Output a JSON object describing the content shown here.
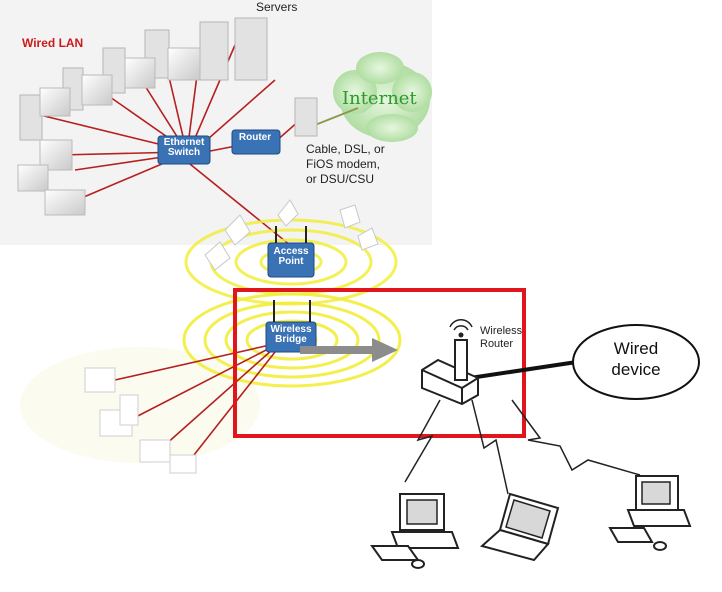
{
  "labels": {
    "wired_lan": "Wired LAN",
    "servers": "Servers",
    "internet": "Internet",
    "modem": "Cable, DSL, or\nFiOS modem,\nor DSU/CSU",
    "ethernet_switch": "Ethernet\nSwitch",
    "router": "Router",
    "access_point": "Access\nPoint",
    "wireless_bridge": "Wireless\nBridge",
    "wireless_router": "Wireless\nRouter",
    "wired_device": "Wired\ndevice"
  },
  "colors": {
    "cable_red": "#b52020",
    "device_blue": "#3a72b6",
    "highlight_red": "#e0161c",
    "wifi_yellow": "#f2ee3c",
    "internet_green": "#2c9a2c"
  }
}
